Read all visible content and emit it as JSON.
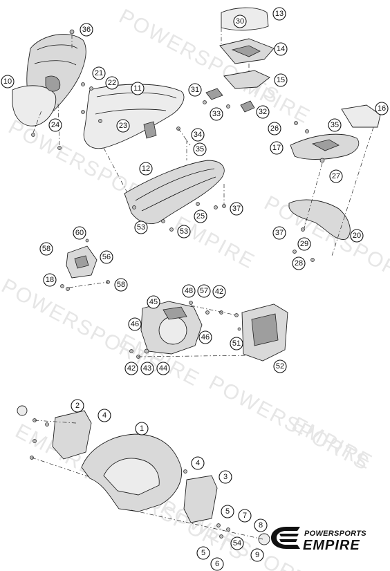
{
  "watermark": {
    "text_a": "POWERSPORTS",
    "text_b": "EMPIRE"
  },
  "logo": {
    "top_text": "POWERSPORTS",
    "main_text": "EMPIRE"
  },
  "callouts": [
    {
      "label": "1"
    },
    {
      "label": "2"
    },
    {
      "label": "3"
    },
    {
      "label": "4"
    },
    {
      "label": "4"
    },
    {
      "label": "5"
    },
    {
      "label": "5"
    },
    {
      "label": "6"
    },
    {
      "label": "7"
    },
    {
      "label": "8"
    },
    {
      "label": "9"
    },
    {
      "label": "10"
    },
    {
      "label": "11"
    },
    {
      "label": "12"
    },
    {
      "label": "13"
    },
    {
      "label": "14"
    },
    {
      "label": "15"
    },
    {
      "label": "16"
    },
    {
      "label": "17"
    },
    {
      "label": "18"
    },
    {
      "label": "20"
    },
    {
      "label": "21"
    },
    {
      "label": "22"
    },
    {
      "label": "23"
    },
    {
      "label": "24"
    },
    {
      "label": "25"
    },
    {
      "label": "26"
    },
    {
      "label": "27"
    },
    {
      "label": "28"
    },
    {
      "label": "29"
    },
    {
      "label": "30"
    },
    {
      "label": "31"
    },
    {
      "label": "32"
    },
    {
      "label": "33"
    },
    {
      "label": "34"
    },
    {
      "label": "35"
    },
    {
      "label": "35"
    },
    {
      "label": "36"
    },
    {
      "label": "37"
    },
    {
      "label": "37"
    },
    {
      "label": "42"
    },
    {
      "label": "42"
    },
    {
      "label": "43"
    },
    {
      "label": "44"
    },
    {
      "label": "45"
    },
    {
      "label": "46"
    },
    {
      "label": "46"
    },
    {
      "label": "48"
    },
    {
      "label": "51"
    },
    {
      "label": "52"
    },
    {
      "label": "53"
    },
    {
      "label": "53"
    },
    {
      "label": "54"
    },
    {
      "label": "56"
    },
    {
      "label": "57"
    },
    {
      "label": "58"
    },
    {
      "label": "58"
    },
    {
      "label": "60"
    }
  ]
}
